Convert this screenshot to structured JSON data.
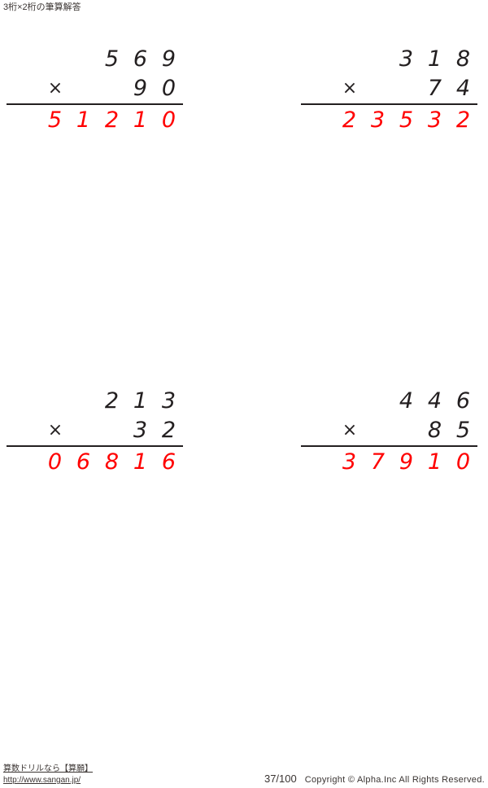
{
  "document": {
    "title": "3桁×2桁の筆算解答",
    "operator_symbol": "×"
  },
  "problems": [
    {
      "id": "problem-1",
      "multiplicand": "569",
      "multiplier": "90",
      "answer": "51210",
      "multiplicand_digits": [
        "5",
        "6",
        "9"
      ],
      "multiplier_digits": [
        "9",
        "0"
      ],
      "answer_digits": [
        "5",
        "1",
        "2",
        "1",
        "0"
      ]
    },
    {
      "id": "problem-2",
      "multiplicand": "318",
      "multiplier": "74",
      "answer": "23532",
      "multiplicand_digits": [
        "3",
        "1",
        "8"
      ],
      "multiplier_digits": [
        "7",
        "4"
      ],
      "answer_digits": [
        "2",
        "3",
        "5",
        "3",
        "2"
      ]
    },
    {
      "id": "problem-3",
      "multiplicand": "213",
      "multiplier": "32",
      "answer": "6816",
      "multiplicand_digits": [
        "2",
        "1",
        "3"
      ],
      "multiplier_digits": [
        "3",
        "2"
      ],
      "answer_digits": [
        "6",
        "8",
        "1",
        "6"
      ]
    },
    {
      "id": "problem-4",
      "multiplicand": "446",
      "multiplier": "85",
      "answer": "37910",
      "multiplicand_digits": [
        "4",
        "4",
        "6"
      ],
      "multiplier_digits": [
        "8",
        "5"
      ],
      "answer_digits": [
        "3",
        "7",
        "9",
        "1",
        "0"
      ]
    }
  ],
  "footer": {
    "site_label": "算数ドリルなら【算願】",
    "site_url": "http://www.sangan.jp/",
    "page_number": "37/100",
    "copyright": "Copyright © Alpha.Inc All Rights Reserved."
  },
  "colors": {
    "answer_red": "#ff0000",
    "ink": "#231f20"
  }
}
